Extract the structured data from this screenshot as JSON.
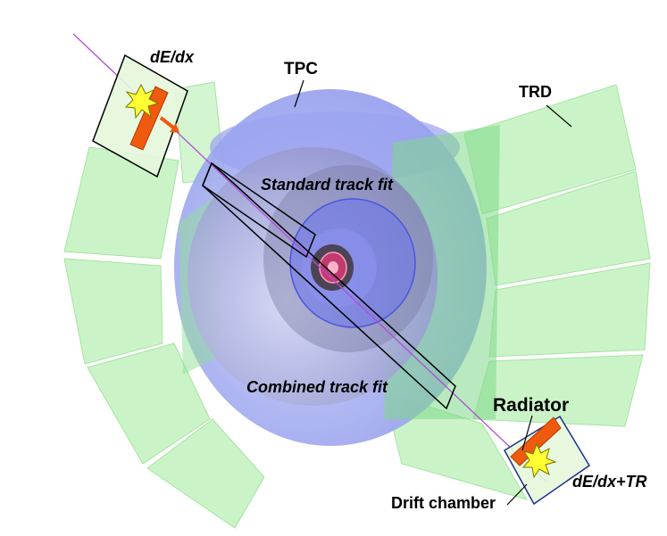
{
  "labels": {
    "tpc": "TPC",
    "trd": "TRD",
    "dedx_top": "dE/dx",
    "standard_fit": "Standard track fit",
    "combined_fit": "Combined track fit",
    "radiator": "Radiator",
    "dedx_tr": "dE/dx+TR",
    "drift_chamber": "Drift chamber"
  },
  "colors": {
    "tpc": "#8f99ec",
    "trd": "#b8f0b4",
    "track": "#b24dd8",
    "radiator": "#f05a0f",
    "flash": "#ffff33"
  }
}
